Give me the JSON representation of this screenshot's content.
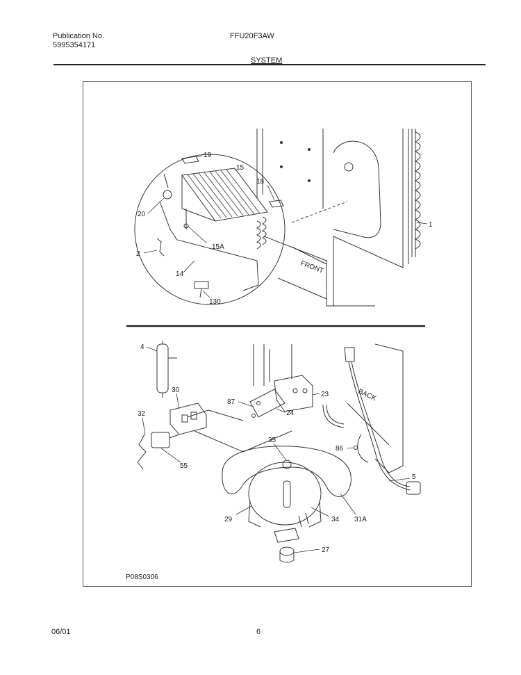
{
  "header": {
    "publication_label": "Publication No.",
    "publication_number": "5995354171",
    "model": "FFU20F3AW",
    "section": "SYSTEM"
  },
  "diagram": {
    "labels": {
      "front": "FRONT",
      "back": "BACK",
      "figure_code": "P08S0306"
    },
    "callouts_top": [
      "19",
      "15",
      "18",
      "20",
      "15A",
      "2",
      "14",
      "130",
      "1"
    ],
    "callouts_bottom": [
      "4",
      "30",
      "32",
      "55",
      "87",
      "23",
      "24",
      "35",
      "86",
      "5",
      "29",
      "34",
      "31A",
      "27"
    ]
  },
  "footer": {
    "date": "06/01",
    "page": "6"
  }
}
